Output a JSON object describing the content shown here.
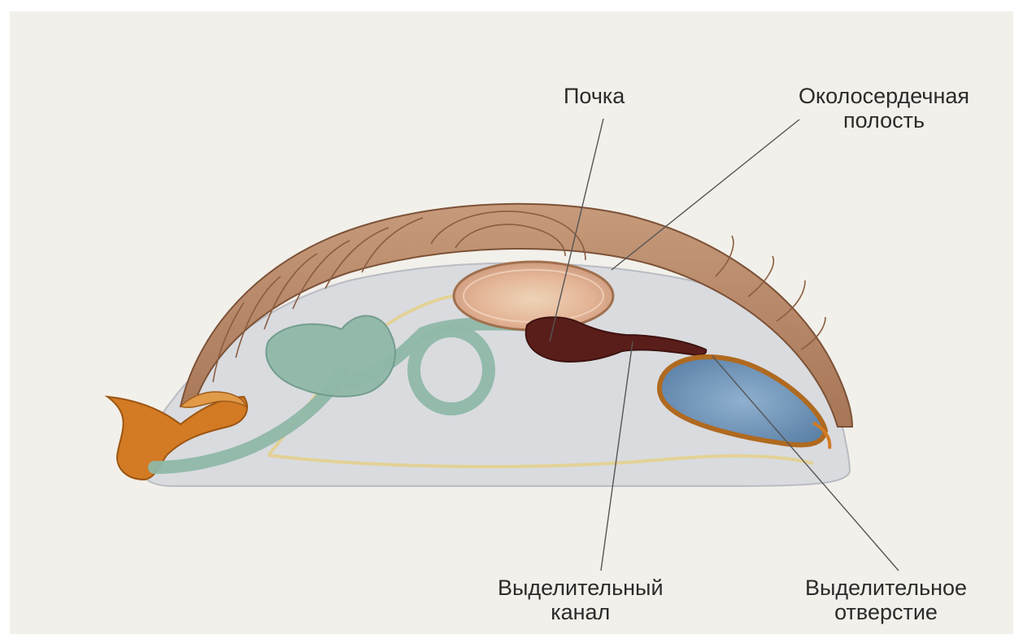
{
  "labels": {
    "kidney": "Почка",
    "pericardial_line1": "Околосердечная",
    "pericardial_line2": "полость",
    "canal_line1": "Выделительный",
    "canal_line2": "канал",
    "opening_line1": "Выделительное",
    "opening_line2": "отверстие"
  },
  "colors": {
    "background": "#f2f0ea",
    "shell": "#b98a6a",
    "mantle": "#d8dade",
    "foot_orange": "#d27a24",
    "gut": "#8fb8a8",
    "kidney": "#5a1e1a",
    "pericardium": "#e8b890",
    "gill": "#6f93b7",
    "nerve": "#e4d08a"
  }
}
